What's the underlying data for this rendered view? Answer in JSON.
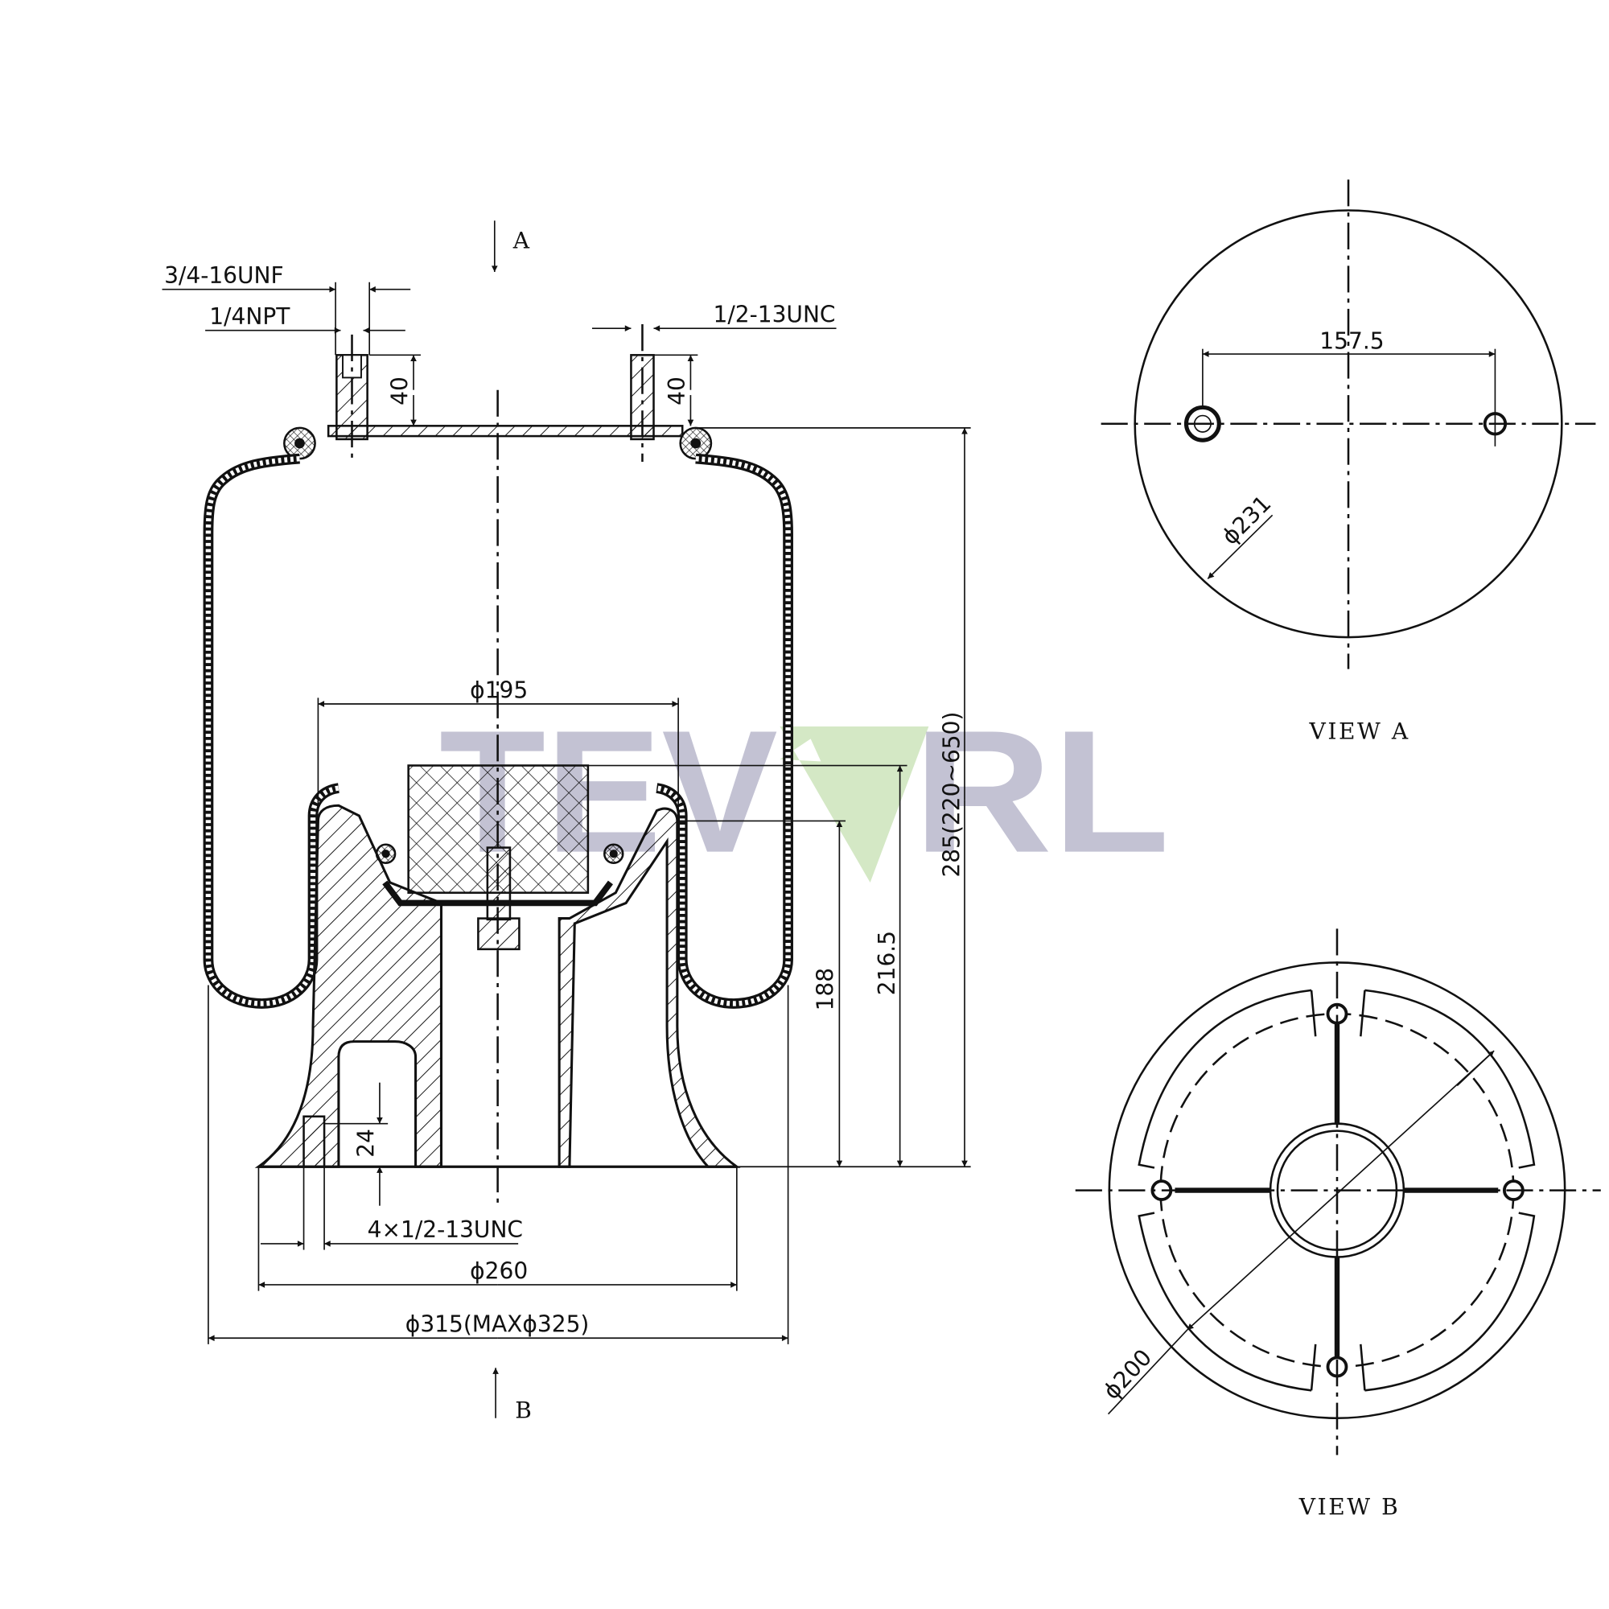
{
  "watermark": {
    "text_left": "TEV",
    "text_right": "RL",
    "text_color": "#b9b8cc",
    "emblem": "green-triangle-bird-icon",
    "emblem_color": "#cfe6bf"
  },
  "main_view": {
    "section_arrow_top": "A",
    "section_arrow_bottom": "B",
    "callouts": {
      "air_inlet_thread": "3/4-16UNF",
      "air_inlet_port": "1/4NPT",
      "stud_thread": "1/2-13UNC",
      "inlet_height": "40",
      "stud_height": "40",
      "bumper_diameter": "ϕ195",
      "height_188": "188",
      "height_216": "216.5",
      "design_height": "285(220~650)",
      "base_hole_depth": "24",
      "base_threads": "4×1/2-13UNC",
      "piston_diameter": "ϕ260",
      "bellow_diameter": "ϕ315(MAXϕ325)"
    }
  },
  "view_a": {
    "label": "VIEW A",
    "stud_spacing": "157.5",
    "plate_diameter": "ϕ231"
  },
  "view_b": {
    "label": "VIEW B",
    "bolt_circle": "ϕ200"
  }
}
